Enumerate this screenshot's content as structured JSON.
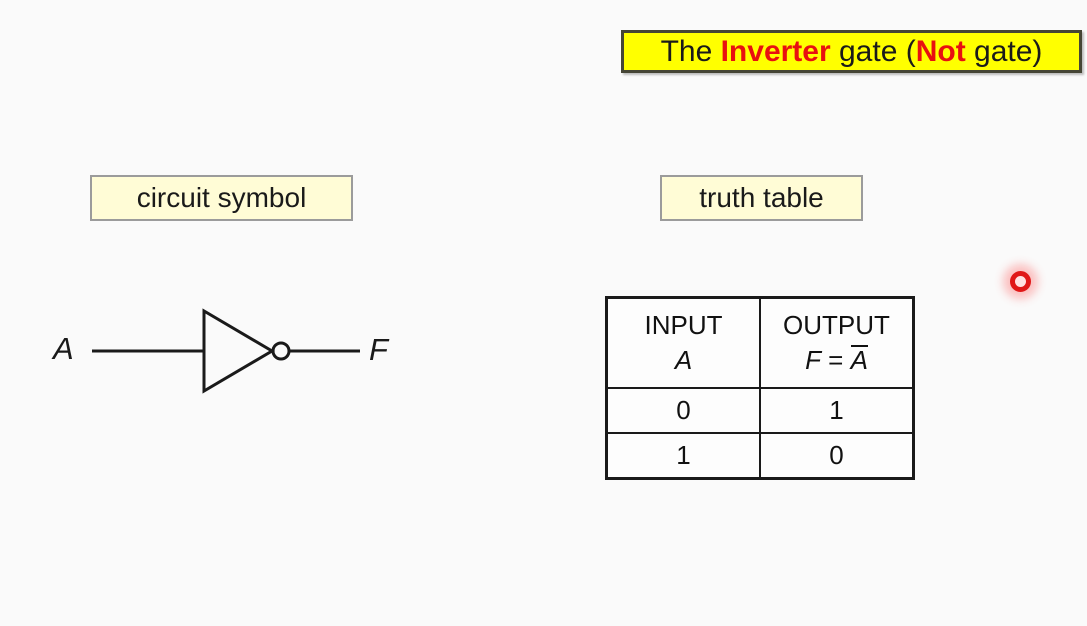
{
  "title": {
    "t1": "The ",
    "t2": "Inverter",
    "t3": " gate (",
    "t4": "Not",
    "t5": " gate)"
  },
  "labels": {
    "circuit_symbol": "circuit symbol",
    "truth_table": "truth table"
  },
  "circuit": {
    "input_label": "A",
    "output_label": "F"
  },
  "truth_table": {
    "col1_line1": "INPUT",
    "col1_line2": "A",
    "col2_line1": "OUTPUT",
    "col2_f": "F",
    "col2_eq": " = ",
    "col2_a": "A",
    "rows": [
      [
        "0",
        "1"
      ],
      [
        "1",
        "0"
      ]
    ]
  },
  "colors": {
    "title_bg": "#ffff00",
    "title_red_text": "#e81010",
    "label_bg": "#fffcd6",
    "laser_dot": "#e01818",
    "line_black": "#1a1a1a"
  }
}
